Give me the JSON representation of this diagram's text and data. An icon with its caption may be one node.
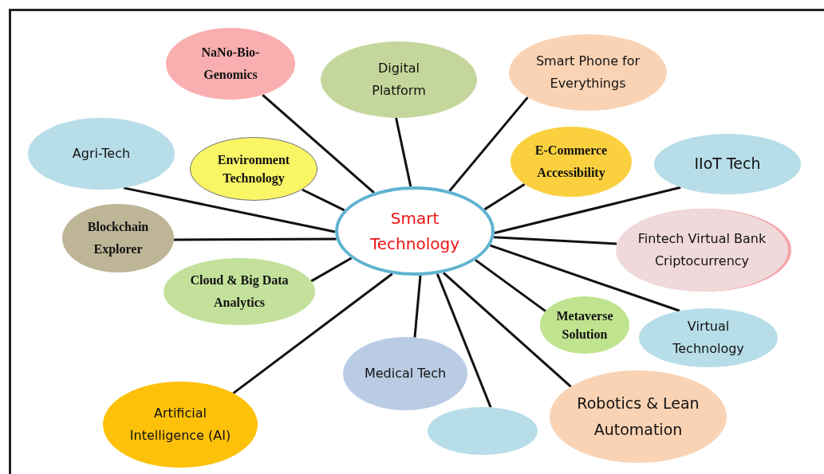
{
  "diagram": {
    "nodes": [
      {
        "text": [
          "Smart Technology"
        ]
      },
      {
        "text": [
          "NaNo-Bio- Genomics"
        ]
      },
      {
        "text": [
          "Digital Platform"
        ]
      },
      {
        "text": [
          "Smart Phone for Everythings"
        ]
      },
      {
        "text": [
          "Agri-Tech"
        ]
      },
      {
        "text": [
          "Environment Technology"
        ]
      },
      {
        "text": [
          "E-Commerce Accessibility"
        ]
      },
      {
        "text": [
          "IIoT Tech"
        ]
      },
      {
        "text": [
          "Blockchain Explorer"
        ]
      },
      {
        "text": [
          "Fintech Virtual Bank Criptocurrency"
        ]
      },
      {
        "text": [
          "Cloud & Big Data Analytics"
        ]
      },
      {
        "text": [
          "Metaverse Solution"
        ]
      },
      {
        "text": [
          "Virtual Technology"
        ]
      },
      {
        "text": [
          "Medical Tech"
        ]
      },
      {
        "text": [
          "Artificial Intelligence (AI)"
        ]
      },
      {
        "text": [],
        "shape": "ellipse"
      },
      {
        "text": [
          "Robotics & Lean Automation"
        ]
      }
    ],
    "edges": [
      {
        "from": 0,
        "to": 1,
        "arrow": "none"
      },
      {
        "from": 0,
        "to": 2,
        "arrow": "none"
      },
      {
        "from": 0,
        "to": 3,
        "arrow": "none"
      },
      {
        "from": 0,
        "to": 4,
        "arrow": "none"
      },
      {
        "from": 0,
        "to": 5,
        "arrow": "none"
      },
      {
        "from": 0,
        "to": 6,
        "arrow": "none"
      },
      {
        "from": 0,
        "to": 7,
        "arrow": "none"
      },
      {
        "from": 0,
        "to": 8,
        "arrow": "none"
      },
      {
        "from": 0,
        "to": 9,
        "arrow": "none"
      },
      {
        "from": 0,
        "to": 10,
        "arrow": "none"
      },
      {
        "from": 0,
        "to": 11,
        "arrow": "none"
      },
      {
        "from": 0,
        "to": 12,
        "arrow": "none"
      },
      {
        "from": 0,
        "to": 13,
        "arrow": "none"
      },
      {
        "from": 0,
        "to": 14,
        "arrow": "none"
      },
      {
        "from": 0,
        "to": 15,
        "arrow": "none"
      },
      {
        "from": 0,
        "to": 16,
        "arrow": "none"
      }
    ]
  }
}
